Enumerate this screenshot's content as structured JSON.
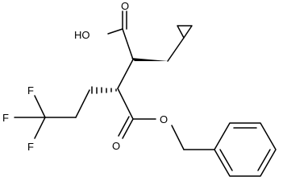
{
  "molecule": {
    "atoms": {
      "hydroxyl": "HO",
      "acid_carbonyl_oxygen": "O",
      "ester_carbonyl_oxygen": "O",
      "ester_oxygen": "O",
      "fluorine_top": "F",
      "fluorine_left": "F",
      "fluorine_bottom": "F"
    },
    "colors": {
      "ink": "#000000",
      "background": "#ffffff"
    }
  }
}
